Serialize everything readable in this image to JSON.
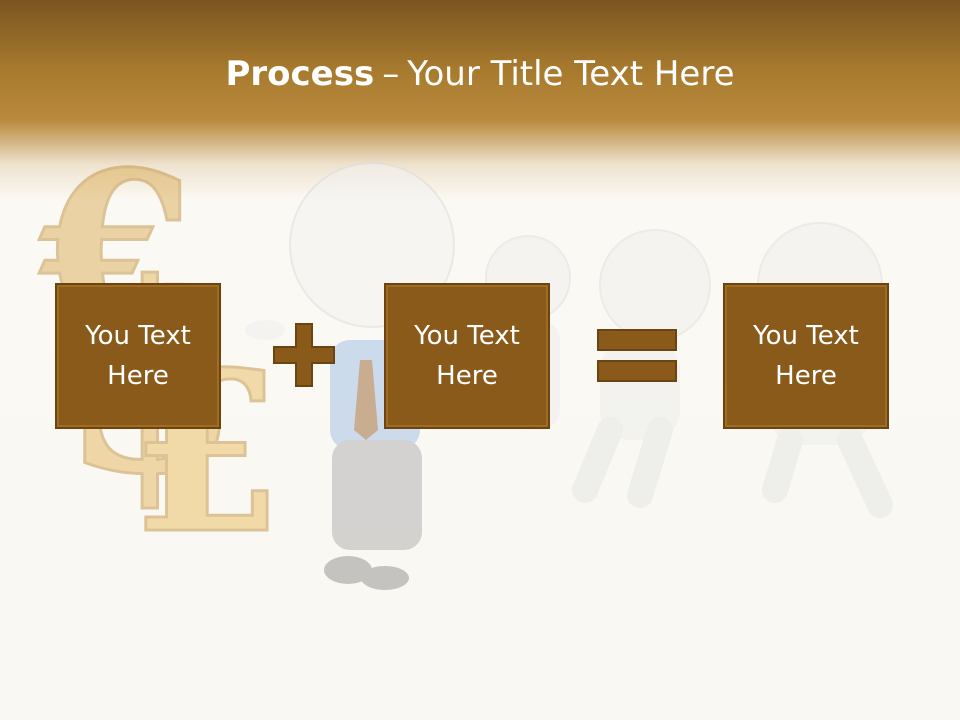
{
  "title": {
    "bold": "Process",
    "separator": "–",
    "rest": "Your Title Text Here"
  },
  "boxes": [
    {
      "text": "You Text\nHere"
    },
    {
      "text": "You Text\nHere"
    },
    {
      "text": "You Text\nHere"
    }
  ],
  "operators": [
    "plus-icon",
    "equals-icon"
  ],
  "colors": {
    "header_dark": "#7a5520",
    "header_gold": "#b98a3c",
    "box_fill": "#8a5a1a",
    "box_border": "#6b4412",
    "background": "#faf8f2"
  }
}
